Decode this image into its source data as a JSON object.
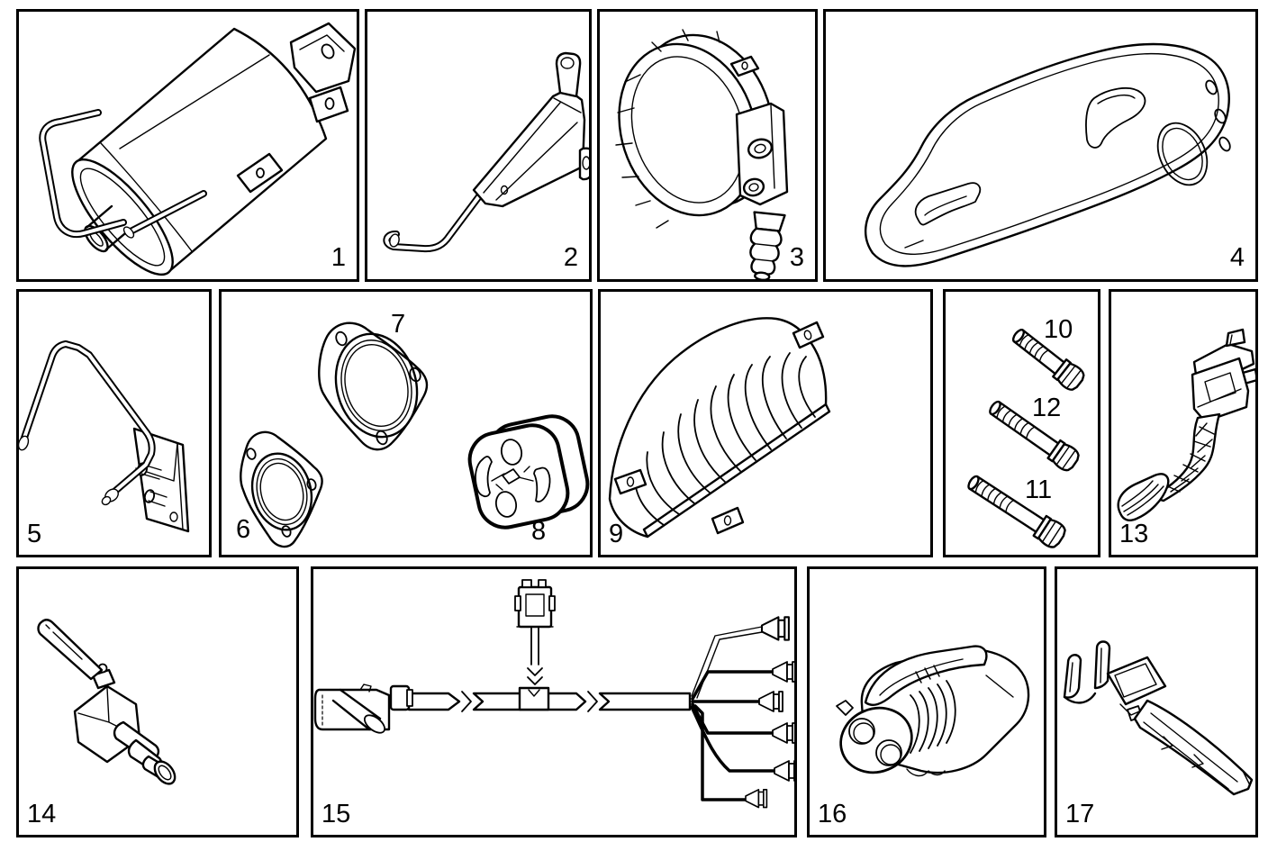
{
  "page": {
    "background": "#ffffff",
    "line_color": "#000000"
  },
  "panels": [
    {
      "id": "1",
      "drawing": "exhaust-muffler",
      "labels": [
        {
          "text": "1"
        }
      ]
    },
    {
      "id": "2",
      "drawing": "support-bracket-with-rod",
      "labels": [
        {
          "text": "2"
        }
      ]
    },
    {
      "id": "3",
      "drawing": "clamp-ring-with-drain-hose",
      "labels": [
        {
          "text": "3"
        }
      ]
    },
    {
      "id": "4",
      "drawing": "heat-shield-plate",
      "labels": [
        {
          "text": "4"
        }
      ]
    },
    {
      "id": "5",
      "drawing": "pipe-with-mounting-bracket",
      "labels": [
        {
          "text": "5"
        }
      ]
    },
    {
      "id": "6-7-8",
      "drawing": "flange-gaskets-and-rubber-mount",
      "labels": [
        {
          "text": "6"
        },
        {
          "text": "7"
        },
        {
          "text": "8"
        }
      ]
    },
    {
      "id": "9",
      "drawing": "corrugated-heat-shield",
      "labels": [
        {
          "text": "9"
        }
      ]
    },
    {
      "id": "10-11-12",
      "drawing": "hex-bolts",
      "labels": [
        {
          "text": "10"
        },
        {
          "text": "12"
        },
        {
          "text": "11"
        }
      ]
    },
    {
      "id": "13",
      "drawing": "accelerator-pedal",
      "labels": [
        {
          "text": "13"
        }
      ]
    },
    {
      "id": "14",
      "drawing": "ball-valve",
      "labels": [
        {
          "text": "14"
        }
      ]
    },
    {
      "id": "15",
      "drawing": "wiring-harness",
      "labels": [
        {
          "text": "15"
        }
      ]
    },
    {
      "id": "16",
      "drawing": "two-pin-connector",
      "labels": [
        {
          "text": "16"
        }
      ]
    },
    {
      "id": "17",
      "drawing": "wire-terminal",
      "labels": [
        {
          "text": "17"
        }
      ]
    }
  ]
}
